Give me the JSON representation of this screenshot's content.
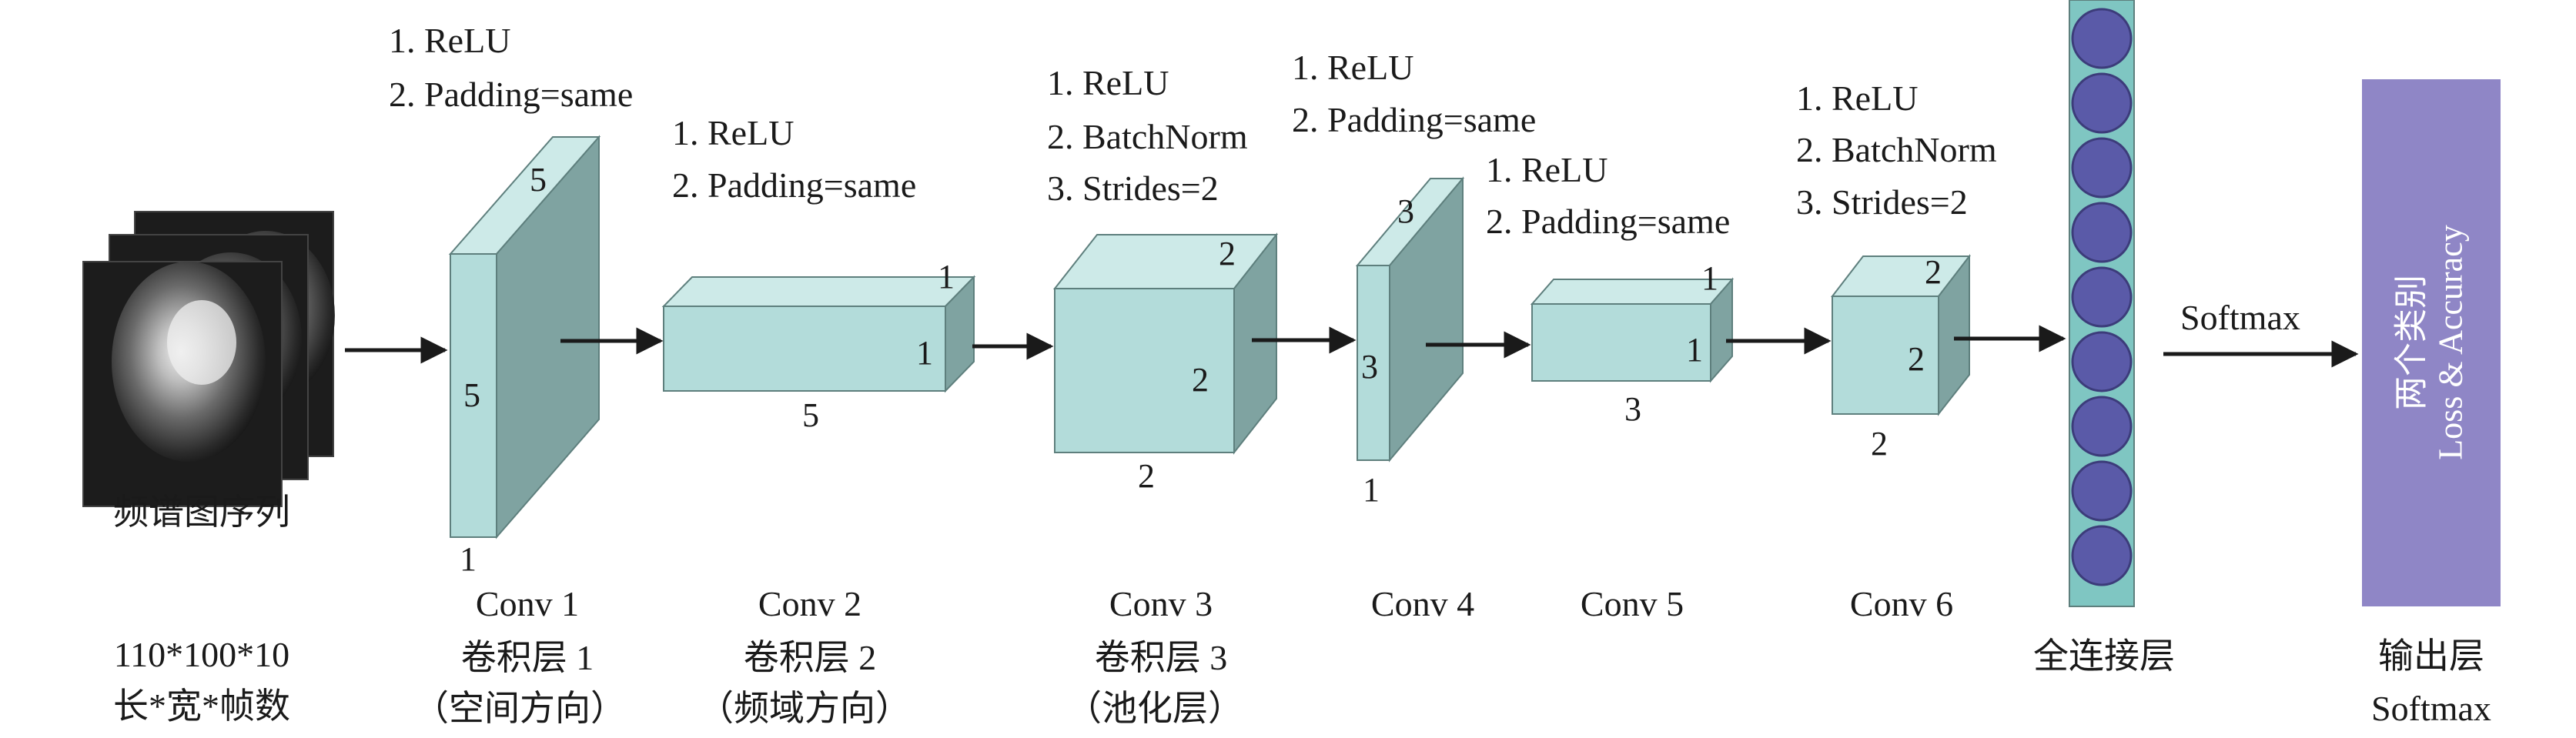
{
  "input": {
    "caption": "频谱图序列",
    "size": "110*100*10",
    "size_desc": "长*宽*帧数"
  },
  "layers": [
    {
      "id": "conv1",
      "name": "Conv 1",
      "cn": "卷积层 1",
      "note": "（空间方向）",
      "params": [
        "1. ReLU",
        "2. Padding=same"
      ],
      "dims": {
        "depth": "5",
        "height": "5",
        "width": "1"
      }
    },
    {
      "id": "conv2",
      "name": "Conv 2",
      "cn": "卷积层 2",
      "note": "（频域方向）",
      "params": [
        "1. ReLU",
        "2. Padding=same"
      ],
      "dims": {
        "depth": "1",
        "height": "1",
        "width": "5"
      }
    },
    {
      "id": "conv3",
      "name": "Conv 3",
      "cn": "卷积层 3",
      "note": "（池化层）",
      "params": [
        "1. ReLU",
        "2. BatchNorm",
        "3. Strides=2"
      ],
      "dims": {
        "depth": "2",
        "height": "2",
        "width": "2"
      }
    },
    {
      "id": "conv4",
      "name": "Conv 4",
      "cn": "",
      "note": "",
      "params": [
        "1. ReLU",
        "2. Padding=same"
      ],
      "dims": {
        "depth": "3",
        "height": "3",
        "width": "1"
      }
    },
    {
      "id": "conv5",
      "name": "Conv 5",
      "cn": "",
      "note": "",
      "params": [
        "1. ReLU",
        "2. Padding=same"
      ],
      "dims": {
        "depth": "1",
        "height": "1",
        "width": "3"
      }
    },
    {
      "id": "conv6",
      "name": "Conv 6",
      "cn": "",
      "note": "",
      "params": [
        "1. ReLU",
        "2. BatchNorm",
        "3. Strides=2"
      ],
      "dims": {
        "depth": "2",
        "height": "2",
        "width": "2"
      }
    }
  ],
  "fc": {
    "caption": "全连接层",
    "neuron_count": 9
  },
  "softmax_arrow_label": "Softmax",
  "output": {
    "box_line1": "两个类别",
    "box_line2": "Loss & Accuracy",
    "caption_line1": "输出层",
    "caption_line2": "Softmax"
  },
  "colors": {
    "cube_front": "#b3dcda",
    "cube_top": "#cdeae8",
    "cube_side": "#7fa3a1",
    "cube_edge": "#5e7f7d",
    "fc_bar": "#7fc6c2",
    "neuron": "#5a5aa8",
    "output_box": "#8f86c6",
    "arrow": "#1a1a1a"
  }
}
